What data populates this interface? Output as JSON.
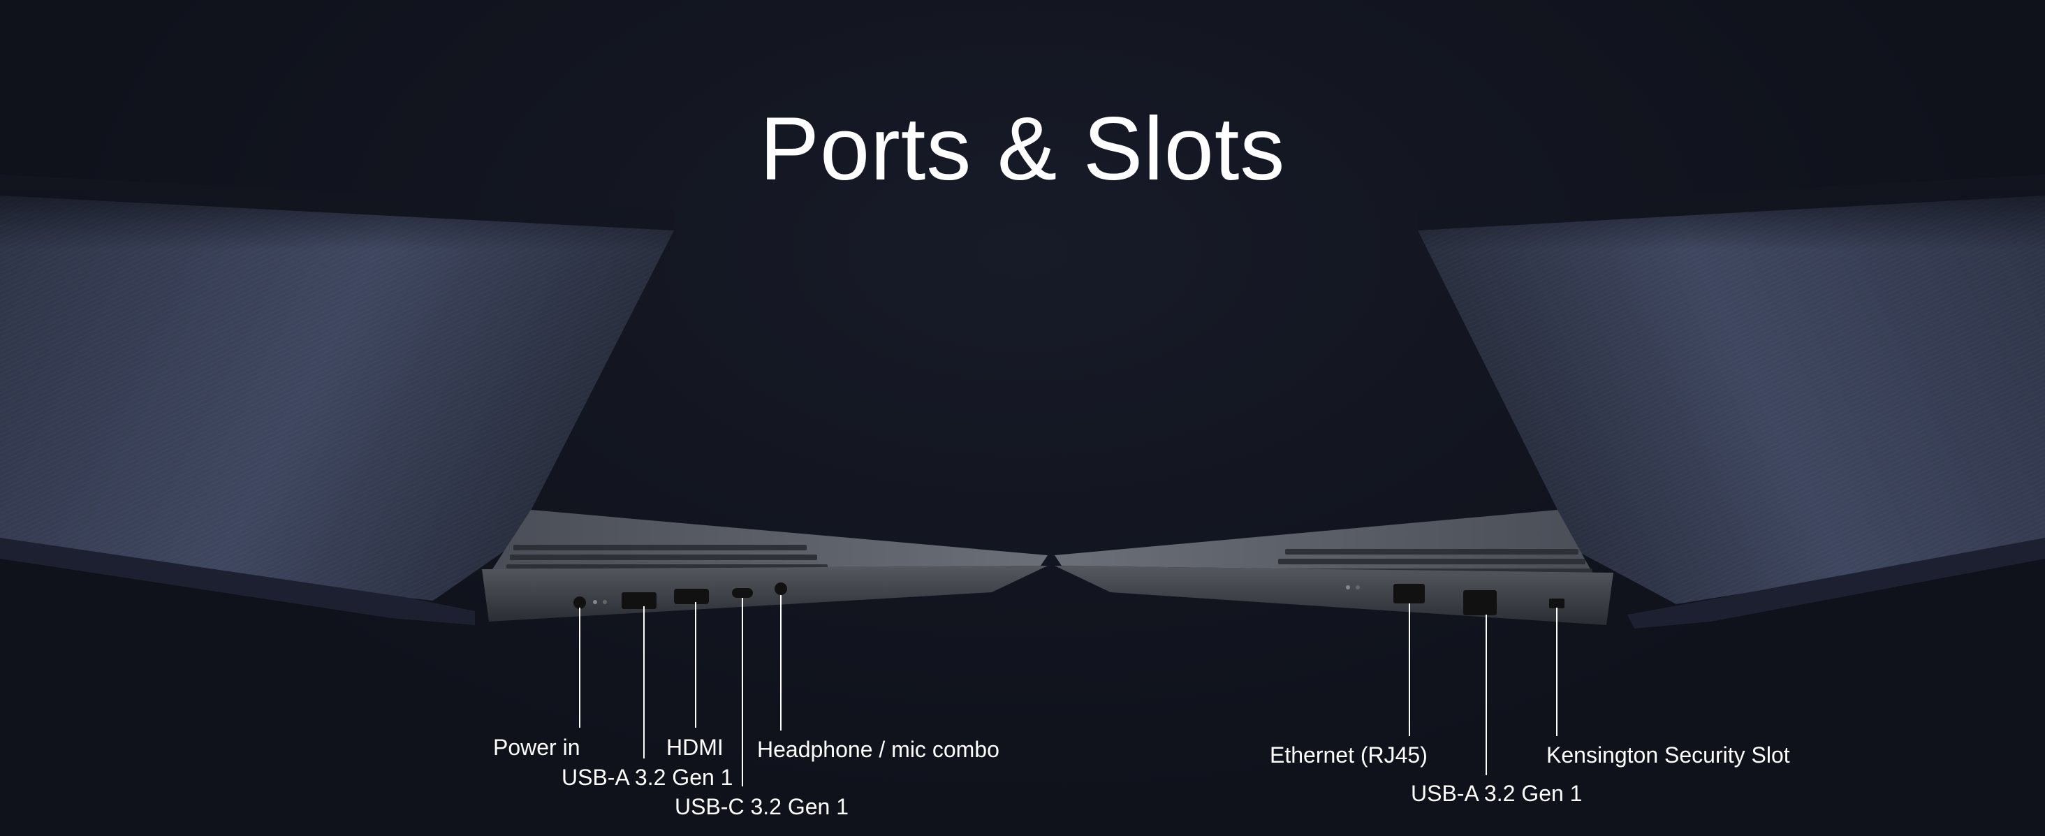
{
  "page": {
    "title": "Ports & Slots"
  },
  "left_side_ports": {
    "power_in": "Power in",
    "usb_a": "USB-A 3.2 Gen 1",
    "hdmi": "HDMI",
    "usb_c": "USB-C 3.2 Gen 1",
    "headphone": "Headphone / mic combo"
  },
  "right_side_ports": {
    "ethernet": "Ethernet (RJ45)",
    "usb_a": "USB-A 3.2 Gen 1",
    "kensington": "Kensington Security Slot"
  },
  "colors": {
    "background": "#12151f",
    "lid": "#3a4156",
    "chassis": "#5a5e66",
    "text": "#ffffff"
  }
}
